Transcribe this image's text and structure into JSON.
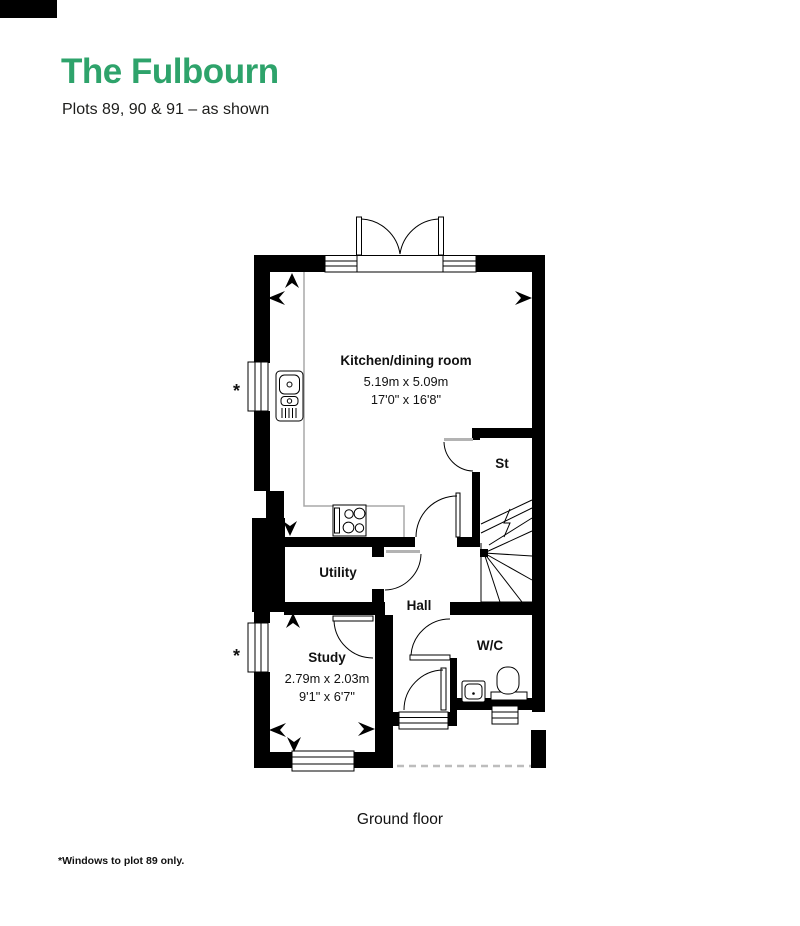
{
  "header": {
    "title": "The Fulbourn",
    "subtitle": "Plots 89, 90 & 91 – as shown"
  },
  "floorplan": {
    "floor_label": "Ground floor",
    "footnote": "*Windows to plot 89 only.",
    "window_marker": "*",
    "rooms": [
      {
        "id": "kitchen",
        "name": "Kitchen/dining room",
        "metric": "5.19m x 5.09m",
        "imperial": "17'0\" x 16'8\""
      },
      {
        "id": "store",
        "name": "St"
      },
      {
        "id": "utility",
        "name": "Utility"
      },
      {
        "id": "hall",
        "name": "Hall"
      },
      {
        "id": "wc",
        "name": "W/C"
      },
      {
        "id": "study",
        "name": "Study",
        "metric": "2.79m x 2.03m",
        "imperial": "9'1\" x 6'7\""
      }
    ]
  },
  "colors": {
    "accent_green": "#2ea36b",
    "wall_black": "#000000",
    "counter_gray": "#a8a8a8",
    "canopy_dash_gray": "#bdbdbd"
  }
}
